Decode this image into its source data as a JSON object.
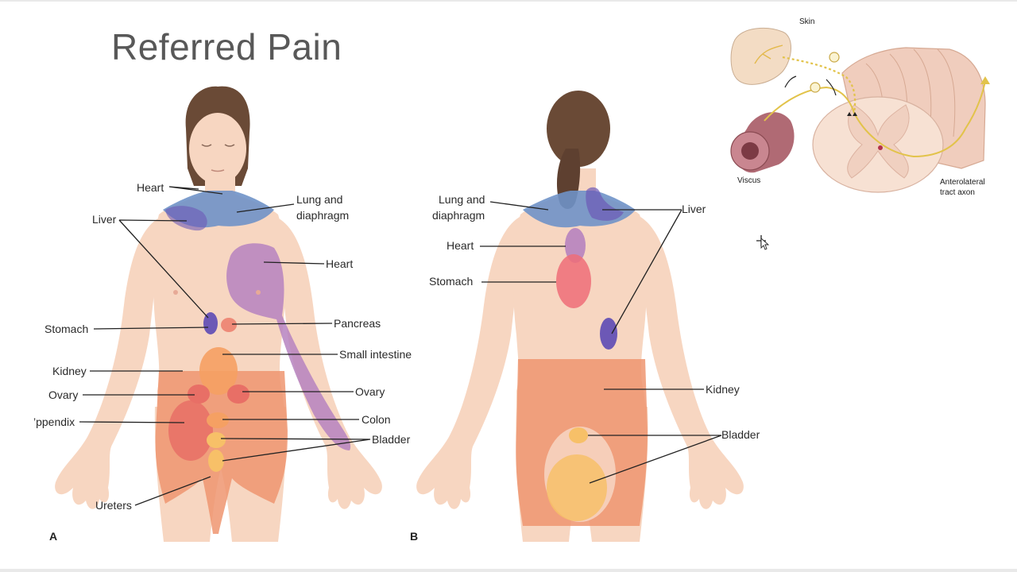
{
  "slide": {
    "title": "Referred Pain"
  },
  "panels": {
    "front": "A",
    "back": "B"
  },
  "front_labels": {
    "heart_top": "Heart",
    "lung": "Lung and",
    "lung2": "diaphragm",
    "liver": "Liver",
    "heart_arm": "Heart",
    "pancreas": "Pancreas",
    "stomach": "Stomach",
    "small_intestine": "Small intestine",
    "kidney": "Kidney",
    "ovary_left": "Ovary",
    "ovary_right": "Ovary",
    "appendix": "’ppendix",
    "colon": "Colon",
    "bladder": "Bladder",
    "ureters": "Ureters"
  },
  "back_labels": {
    "lung": "Lung and",
    "lung2": "diaphragm",
    "liver": "Liver",
    "heart": "Heart",
    "stomach": "Stomach",
    "kidney": "Kidney",
    "bladder": "Bladder"
  },
  "inset_labels": {
    "skin": "Skin",
    "viscus": "Viscus",
    "tract": "Anterolateral",
    "tract2": "tract axon"
  },
  "colors": {
    "skin": "#f7d6c1",
    "lung_blue": "#6f92c8",
    "heart_purple": "#b683bf",
    "liver_violet": "#6c58b6",
    "orange_zone": "#ee9570",
    "stomach_red": "#ef6d78",
    "bladder_yellow": "#f7c068",
    "hair": "#6a4a36"
  }
}
